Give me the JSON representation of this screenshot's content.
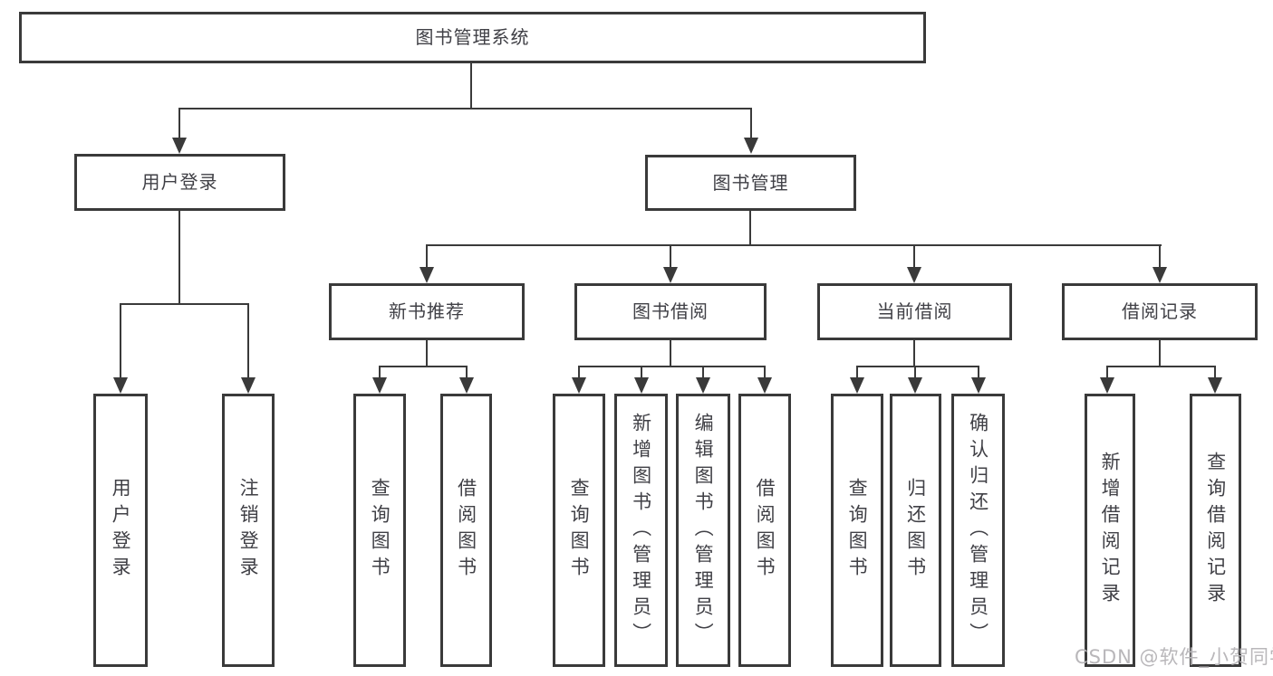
{
  "diagram": {
    "type": "hierarchy-tree",
    "title": "图书管理系统"
  },
  "nodes": {
    "root": "图书管理系统",
    "user_login": "用户登录",
    "book_mgmt": "图书管理",
    "new_book_rec": "新书推荐",
    "book_borrow": "图书借阅",
    "current_borrow": "当前借阅",
    "borrow_record": "借阅记录",
    "login": "用户登录",
    "logout": "注销登录",
    "rec_query_book": "查询图书",
    "rec_borrow_book": "借阅图书",
    "bb_query_book": "查询图书",
    "bb_add_book": "新增图书（管理员）",
    "bb_edit_book": "编辑图书（管理员）",
    "bb_borrow_book": "借阅图书",
    "cb_query_book": "查询图书",
    "cb_return_book": "归还图书",
    "cb_confirm_return": "确认归还（管理员）",
    "br_add_record": "新增借阅记录",
    "br_query_record": "查询借阅记录"
  },
  "edges": [
    {
      "from": "root",
      "to": "user_login"
    },
    {
      "from": "root",
      "to": "book_mgmt"
    },
    {
      "from": "user_login",
      "to": "login"
    },
    {
      "from": "user_login",
      "to": "logout"
    },
    {
      "from": "book_mgmt",
      "to": "new_book_rec"
    },
    {
      "from": "book_mgmt",
      "to": "book_borrow"
    },
    {
      "from": "book_mgmt",
      "to": "current_borrow"
    },
    {
      "from": "book_mgmt",
      "to": "borrow_record"
    },
    {
      "from": "new_book_rec",
      "to": "rec_query_book"
    },
    {
      "from": "new_book_rec",
      "to": "rec_borrow_book"
    },
    {
      "from": "book_borrow",
      "to": "bb_query_book"
    },
    {
      "from": "book_borrow",
      "to": "bb_add_book"
    },
    {
      "from": "book_borrow",
      "to": "bb_edit_book"
    },
    {
      "from": "book_borrow",
      "to": "bb_borrow_book"
    },
    {
      "from": "current_borrow",
      "to": "cb_query_book"
    },
    {
      "from": "current_borrow",
      "to": "cb_return_book"
    },
    {
      "from": "current_borrow",
      "to": "cb_confirm_return"
    },
    {
      "from": "borrow_record",
      "to": "br_add_record"
    },
    {
      "from": "borrow_record",
      "to": "br_query_record"
    }
  ],
  "watermark": "CSDN @软件_小贺同学",
  "colors": {
    "line": "#3a3a3a",
    "text": "#404046",
    "background": "#ffffff",
    "watermark": "#b9b7ba"
  }
}
